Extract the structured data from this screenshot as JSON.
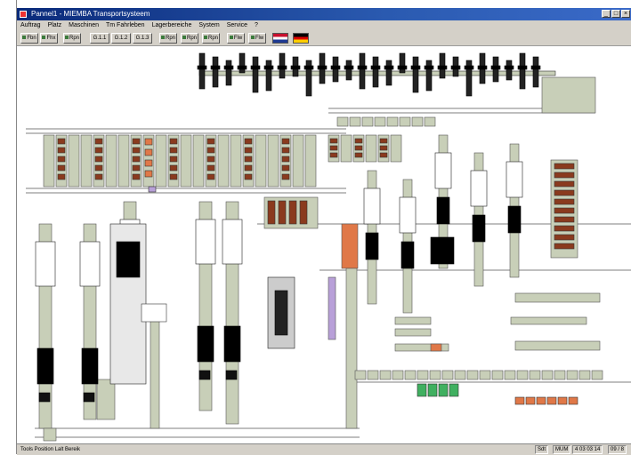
{
  "window": {
    "title": "Pannel1 - MIEMBA Transportsysteem",
    "buttons": [
      "_",
      "□",
      "×"
    ]
  },
  "menu": [
    {
      "label": "Auftrag",
      "key": "auftrag"
    },
    {
      "label": "Platz",
      "key": "platz"
    },
    {
      "label": "Maschinen",
      "key": "maschinen"
    },
    {
      "label": "Tm Fahrleben",
      "key": "fahrleben"
    },
    {
      "label": "Lagerbereiche",
      "key": "lagerbereiche"
    },
    {
      "label": "System",
      "key": "system"
    },
    {
      "label": "Service",
      "key": "service"
    },
    {
      "label": "?",
      "key": "help"
    }
  ],
  "toolbar": {
    "buttons": [
      "Fbn",
      "Fhx",
      "Rpn",
      "G.1.1",
      "G.1.2",
      "G.1.3",
      "Rpn",
      "Rpn",
      "Rpn",
      "Flw",
      "Flw"
    ],
    "flags": [
      "nl",
      "de"
    ]
  },
  "statusbar": {
    "left": "Tools Position Lalt Bereik",
    "panels": [
      "Sdt",
      "MUM",
      "4 03 03 14",
      "09 / 8"
    ]
  },
  "colors": {
    "frame": "#d4d0c8",
    "title_start": "#0a2a7a",
    "conveyor_fill": "#c8cfb8",
    "brown_cell": "#8a3a1e",
    "orange_cell": "#e07848",
    "purple_cell": "#b8a0d8",
    "green_cell": "#40b060",
    "machine": "#000000"
  }
}
